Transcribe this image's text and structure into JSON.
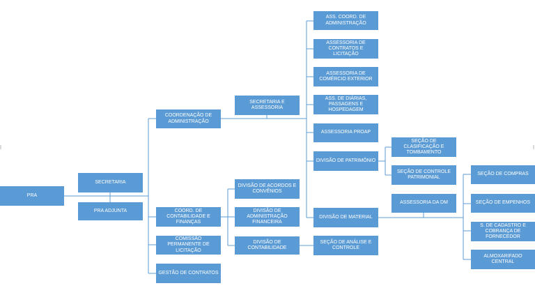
{
  "diagram": {
    "type": "org-chart",
    "line_color": "#5b9bd5",
    "box_color": "#5b9bd5",
    "text_color": "#ffffff"
  },
  "nodes": {
    "pra": "PRA",
    "secretaria": "SECRETARIA",
    "pra_adjunta": "PRA ADJUNTA",
    "coord_administracao": "COORDENAÇÃO DE ADMINISTRAÇÃO",
    "coord_contabilidade": "COORD. DE CONTABILIDADE E FINANÇAS",
    "comissao_licitacao": "COMISSÃO PERMANENTE DE LICITAÇÃO",
    "gestao_contratos": "GESTÃO DE CONTRATOS",
    "secretaria_assessoria": "SECRETARIA E ASSESSORIA",
    "divisao_acordos": "DIVISÃO DE ACORDOS E CONVÊNIOS",
    "divisao_adm_financeira": "DIVISÃO DE ADMINISTRAÇÃO FINANCEIRA",
    "divisao_contabilidade": "DIVISÃO DE CONTABILIDADE",
    "ass_coord_adm": "ASS. COORD. DE ADMINISTRAÇÃO",
    "assessoria_contratos": "ASSESSORIA DE CONTRATOS E LICITAÇÃO",
    "assessoria_comercio": "ASSESSORIA DE COMÉRCIO EXTERIOR",
    "ass_diarias": "ASS. DE DIÁRIAS, PASSAGENS E HOSPEDAGEM",
    "assessoria_proap": "ASSESSORIA PROAP",
    "divisao_patrimonio": "DIVISÃO DE PATRIMÔNIO",
    "divisao_material": "DIVISÃO DE MATERIAL",
    "secao_analise": "SEÇÃO DE ANÁLISE E CONTROLE",
    "secao_classificacao": "SEÇÃO DE CLASIFICAÇÃO E TOMBAMENTO",
    "secao_controle_patrimonial": "SEÇÃO DE CONTROLE PATRIMONIAL",
    "assessoria_dm": "ASSESSORIA DA DM",
    "secao_compras": "SEÇÃO DE COMPRAS",
    "secao_empenhos": "SEÇÃO DE EMPENHOS",
    "secao_cadastro": "S. DE CADASTRO E COBRANÇA DE FORNECEDOR",
    "almoxarifado": "ALMOXARIFADO CENTRAL"
  }
}
